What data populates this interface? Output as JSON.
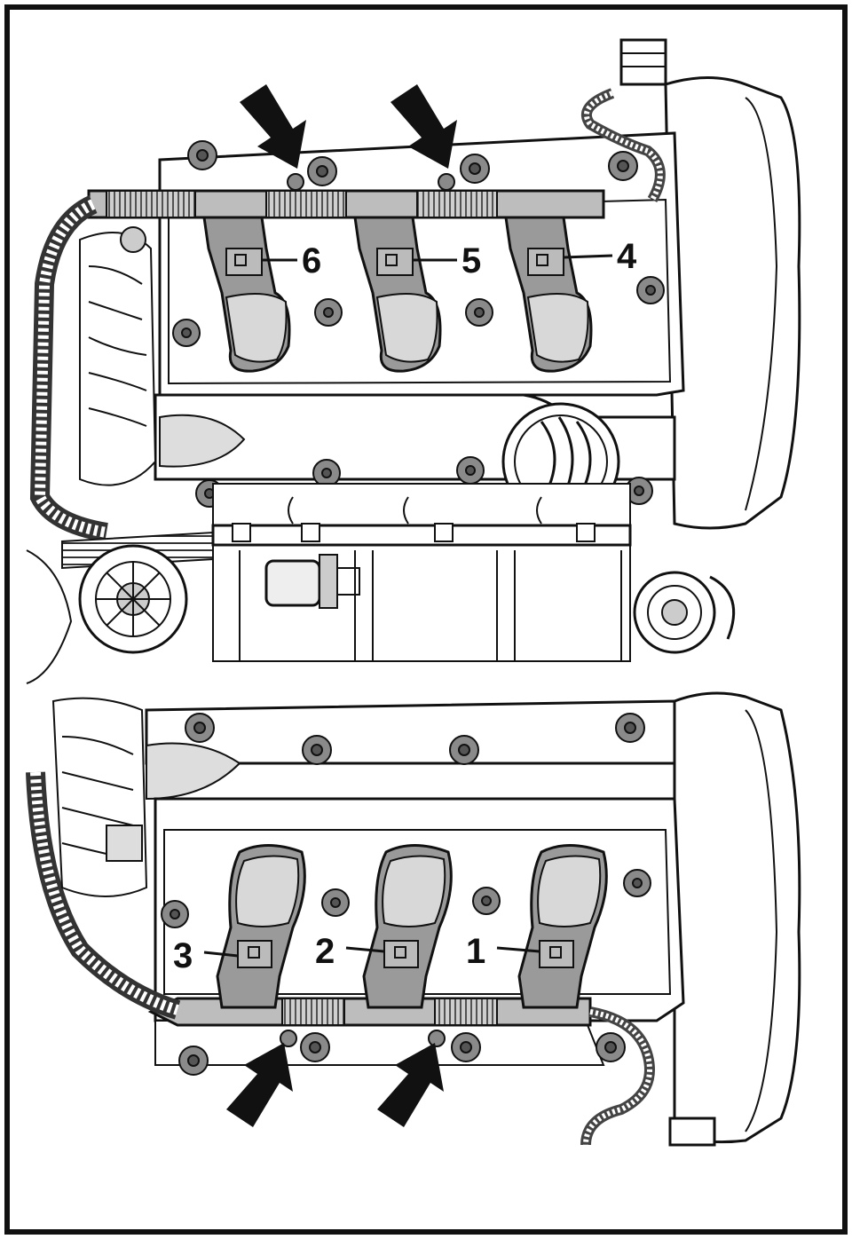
{
  "diagram": {
    "colors": {
      "ink": "#111111",
      "coil": "#9a9a9a",
      "coil_top": "#d8d8d8",
      "bolt": "#8a8a8a",
      "harness": "#555555",
      "paper": "#ffffff"
    },
    "banks": [
      {
        "name": "upper-bank",
        "coils": [
          {
            "label": "6"
          },
          {
            "label": "5"
          },
          {
            "label": "4"
          }
        ]
      },
      {
        "name": "lower-bank",
        "coils": [
          {
            "label": "3"
          },
          {
            "label": "2"
          },
          {
            "label": "1"
          }
        ]
      }
    ],
    "arrows": [
      {
        "name": "arrow-upper-left",
        "icon": "arrow-down-right-icon"
      },
      {
        "name": "arrow-upper-right",
        "icon": "arrow-down-right-icon"
      },
      {
        "name": "arrow-lower-left",
        "icon": "arrow-up-right-icon"
      },
      {
        "name": "arrow-lower-right",
        "icon": "arrow-up-right-icon"
      }
    ]
  }
}
